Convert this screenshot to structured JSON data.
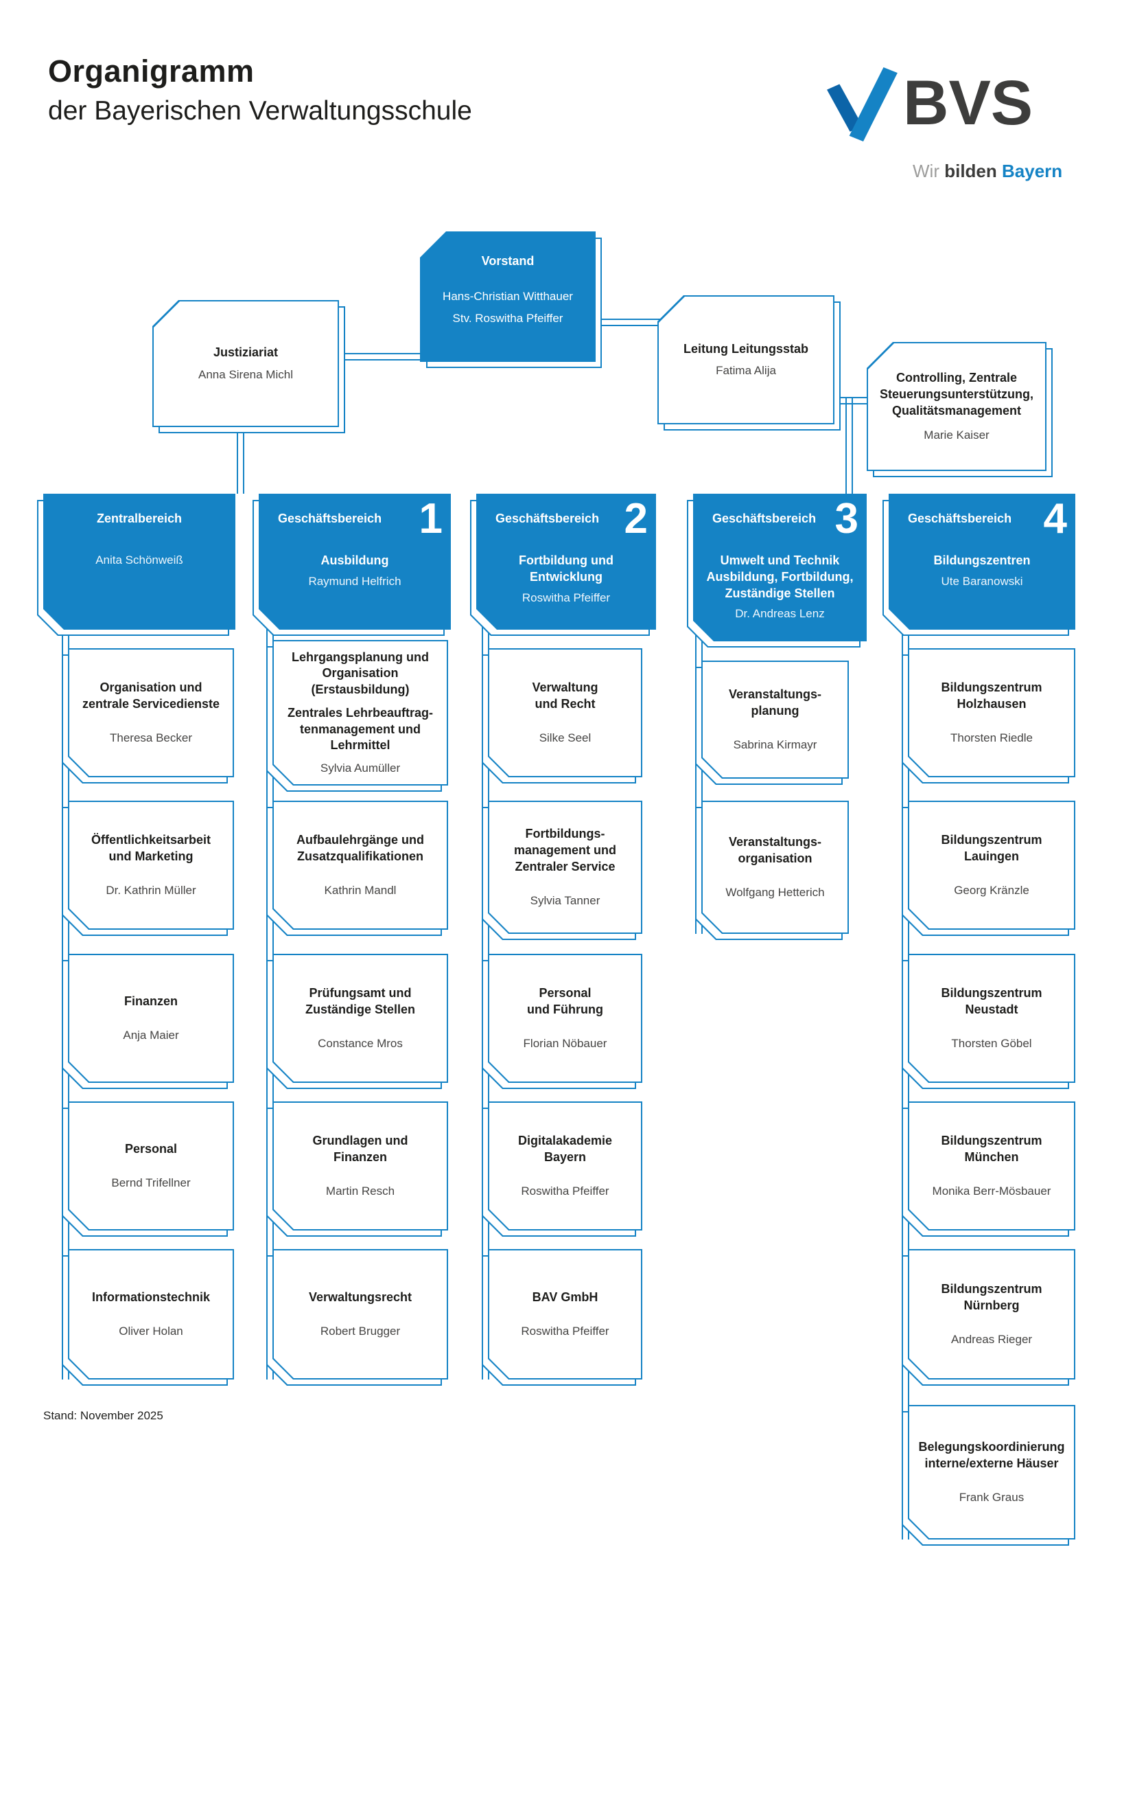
{
  "meta": {
    "title": "Organigramm",
    "subtitle": "der Bayerischen Verwaltungsschule",
    "stand": "Stand: November 2025"
  },
  "logo": {
    "brand": "BVS",
    "tagline": [
      "Wir",
      "bilden",
      "Bayern"
    ]
  },
  "top": {
    "vorstand": {
      "title": "Vorstand",
      "members": [
        "Hans-Christian Witthauer",
        "Stv. Roswitha Pfeiffer"
      ]
    },
    "justiziariat": {
      "title": "Justiziariat",
      "name": "Anna Sirena Michl"
    },
    "leitungsstab": {
      "title": "Leitung Leitungsstab",
      "name": "Fatima Alija"
    },
    "controlling": {
      "title": "Controlling, Zentrale\nSteuerungsunterstützung,\nQualitätsmanagement",
      "name": "Marie Kaiser"
    }
  },
  "columns": [
    {
      "header": {
        "label": "Zentralbereich",
        "name": "Anita Schönweiß"
      },
      "boxes": [
        {
          "title": "Organisation und\nzentrale Servicedienste",
          "name": "Theresa Becker"
        },
        {
          "title": "Öffentlichkeitsarbeit\nund Marketing",
          "name": "Dr. Kathrin Müller"
        },
        {
          "title": "Finanzen",
          "name": "Anja Maier"
        },
        {
          "title": "Personal",
          "name": "Bernd Trifellner"
        },
        {
          "title": "Informationstechnik",
          "name": "Oliver Holan"
        }
      ]
    },
    {
      "header": {
        "label": "Geschäftsbereich",
        "number": "1",
        "subtitle": "Ausbildung",
        "name": "Raymund Helfrich"
      },
      "boxes": [
        {
          "title": "Lehrgangsplanung und\nOrganisation\n(Erstausbildung)",
          "title2": "Zentrales Lehrbeauftrag-\ntenmanagement und\nLehrmittel",
          "name": "Sylvia Aumüller"
        },
        {
          "title": "Aufbaulehrgänge und\nZusatzqualifikationen",
          "name": "Kathrin Mandl"
        },
        {
          "title": "Prüfungsamt und\nZuständige Stellen",
          "name": "Constance Mros"
        },
        {
          "title": "Grundlagen und\nFinanzen",
          "name": "Martin Resch"
        },
        {
          "title": "Verwaltungsrecht",
          "name": "Robert Brugger"
        }
      ]
    },
    {
      "header": {
        "label": "Geschäftsbereich",
        "number": "2",
        "subtitle": "Fortbildung und\nEntwicklung",
        "name": "Roswitha Pfeiffer"
      },
      "boxes": [
        {
          "title": "Verwaltung\nund Recht",
          "name": "Silke Seel"
        },
        {
          "title": "Fortbildungs-\nmanagement und\nZentraler Service",
          "name": "Sylvia Tanner"
        },
        {
          "title": "Personal\nund Führung",
          "name": "Florian Nöbauer"
        },
        {
          "title": "Digitalakademie\nBayern",
          "name": "Roswitha Pfeiffer"
        },
        {
          "title": "BAV GmbH",
          "name": "Roswitha Pfeiffer"
        }
      ]
    },
    {
      "header": {
        "label": "Geschäftsbereich",
        "number": "3",
        "subtitle": "Umwelt und Technik\nAusbildung, Fortbildung,\nZuständige Stellen",
        "name": "Dr. Andreas Lenz"
      },
      "boxes": [
        {
          "title": "Veranstaltungs-\nplanung",
          "name": "Sabrina Kirmayr"
        },
        {
          "title": "Veranstaltungs-\norganisation",
          "name": "Wolfgang Hetterich"
        }
      ]
    },
    {
      "header": {
        "label": "Geschäftsbereich",
        "number": "4",
        "subtitle": "Bildungszentren",
        "name": "Ute Baranowski"
      },
      "boxes": [
        {
          "title": "Bildungszentrum\nHolzhausen",
          "name": "Thorsten Riedle"
        },
        {
          "title": "Bildungszentrum\nLauingen",
          "name": "Georg Kränzle"
        },
        {
          "title": "Bildungszentrum\nNeustadt",
          "name": "Thorsten Göbel"
        },
        {
          "title": "Bildungszentrum\nMünchen",
          "name": "Monika Berr-Mösbauer"
        },
        {
          "title": "Bildungszentrum\nNürnberg",
          "name": "Andreas Rieger"
        },
        {
          "title": "Belegungskoordinierung\ninterne/externe Häuser",
          "name": "Frank Graus"
        }
      ]
    }
  ],
  "colors": {
    "blue": "#1583c5",
    "blue_dark": "#0c64a8"
  }
}
